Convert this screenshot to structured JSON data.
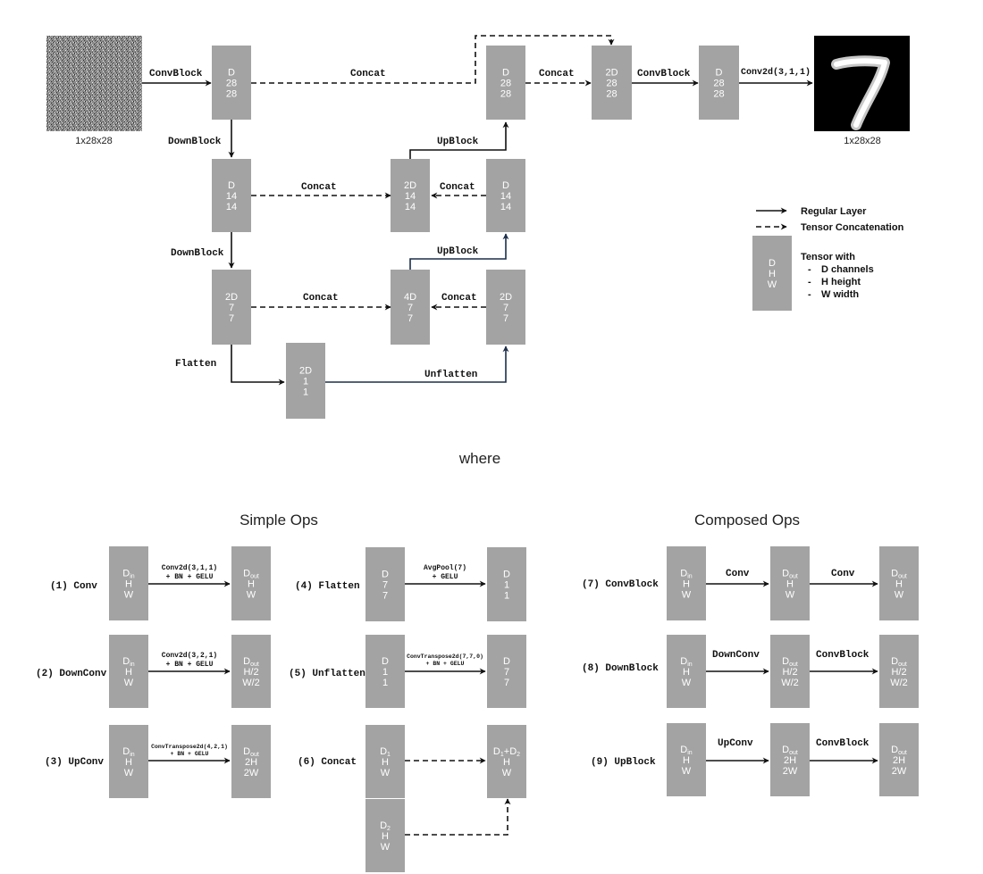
{
  "top": {
    "input_caption": "1x28x28",
    "output_caption": "1x28x28",
    "tensors": {
      "t1": [
        "D",
        "28",
        "28"
      ],
      "d14": [
        "D",
        "14",
        "14"
      ],
      "d7": [
        "2D",
        "7",
        "7"
      ],
      "flat": [
        "2D",
        "1",
        "1"
      ],
      "u7r": [
        "2D",
        "7",
        "7"
      ],
      "u7c": [
        "4D",
        "7",
        "7"
      ],
      "u14r": [
        "D",
        "14",
        "14"
      ],
      "u14c": [
        "2D",
        "14",
        "14"
      ],
      "u28r": [
        "D",
        "28",
        "28"
      ],
      "u28c": [
        "2D",
        "28",
        "28"
      ],
      "final": [
        "D",
        "28",
        "28"
      ]
    },
    "labels": {
      "convblock1": "ConvBlock",
      "downblock1": "DownBlock",
      "downblock2": "DownBlock",
      "flatten": "Flatten",
      "unflatten": "Unflatten",
      "upblock1": "UpBlock",
      "upblock2": "UpBlock",
      "concat_top": "Concat",
      "concat_mid": "Concat",
      "concat_low": "Concat",
      "concat_r14": "Concat",
      "concat_r7": "Concat",
      "concat_r28": "Concat",
      "convblock2": "ConvBlock",
      "conv_out": "Conv2d(3,1,1)"
    }
  },
  "legend": {
    "regular": "Regular Layer",
    "concat": "Tensor Concatenation",
    "box": [
      "D",
      "H",
      "W"
    ],
    "title": "Tensor with",
    "items": [
      "D channels",
      "H height",
      "W width"
    ],
    "bullet": "-"
  },
  "where": "where",
  "simple_title": "Simple Ops",
  "composed_title": "Composed Ops",
  "ops": {
    "conv": {
      "label": "(1) Conv",
      "op": [
        "Conv2d(3,1,1)",
        "+ BN + GELU"
      ],
      "in": [
        {
          "t": "D",
          "sub": "in"
        },
        {
          "t": "H"
        },
        {
          "t": "W"
        }
      ],
      "out": [
        {
          "t": "D",
          "sub": "out"
        },
        {
          "t": "H"
        },
        {
          "t": "W"
        }
      ]
    },
    "downconv": {
      "label": "(2) DownConv",
      "op": [
        "Conv2d(3,2,1)",
        "+ BN + GELU"
      ],
      "in": [
        {
          "t": "D",
          "sub": "in"
        },
        {
          "t": "H"
        },
        {
          "t": "W"
        }
      ],
      "out": [
        {
          "t": "D",
          "sub": "out"
        },
        {
          "t": "H/2"
        },
        {
          "t": "W/2"
        }
      ]
    },
    "upconv": {
      "label": "(3) UpConv",
      "op": [
        "ConvTranspose2d(4,2,1)",
        "+ BN + GELU"
      ],
      "in": [
        {
          "t": "D",
          "sub": "in"
        },
        {
          "t": "H"
        },
        {
          "t": "W"
        }
      ],
      "out": [
        {
          "t": "D",
          "sub": "out"
        },
        {
          "t": "2H"
        },
        {
          "t": "2W"
        }
      ]
    },
    "flatten": {
      "label": "(4) Flatten",
      "op": [
        "AvgPool(7)",
        "+ GELU"
      ],
      "in": [
        {
          "t": "D"
        },
        {
          "t": "7"
        },
        {
          "t": "7"
        }
      ],
      "out": [
        {
          "t": "D"
        },
        {
          "t": "1"
        },
        {
          "t": "1"
        }
      ]
    },
    "unflatten": {
      "label": "(5) Unflatten",
      "op": [
        "ConvTranspose2d(7,7,0)",
        "+ BN + GELU"
      ],
      "in": [
        {
          "t": "D"
        },
        {
          "t": "1"
        },
        {
          "t": "1"
        }
      ],
      "out": [
        {
          "t": "D"
        },
        {
          "t": "7"
        },
        {
          "t": "7"
        }
      ]
    },
    "concat": {
      "label": "(6) Concat",
      "in1": [
        {
          "t": "D",
          "sub": "1"
        },
        {
          "t": "H"
        },
        {
          "t": "W"
        }
      ],
      "in2": [
        {
          "t": "D",
          "sub": "2"
        },
        {
          "t": "H"
        },
        {
          "t": "W"
        }
      ],
      "out": [
        {
          "t": "D",
          "sub": "1",
          "tail": "+D",
          "tailsub": "2"
        },
        {
          "t": "H"
        },
        {
          "t": "W"
        }
      ]
    },
    "convblock": {
      "label": "(7) ConvBlock",
      "op1": "Conv",
      "op2": "Conv",
      "in": [
        {
          "t": "D",
          "sub": "in"
        },
        {
          "t": "H"
        },
        {
          "t": "W"
        }
      ],
      "mid": [
        {
          "t": "D",
          "sub": "out"
        },
        {
          "t": "H"
        },
        {
          "t": "W"
        }
      ],
      "out": [
        {
          "t": "D",
          "sub": "out"
        },
        {
          "t": "H"
        },
        {
          "t": "W"
        }
      ]
    },
    "downblock": {
      "label": "(8) DownBlock",
      "op1": "DownConv",
      "op2": "ConvBlock",
      "in": [
        {
          "t": "D",
          "sub": "in"
        },
        {
          "t": "H"
        },
        {
          "t": "W"
        }
      ],
      "mid": [
        {
          "t": "D",
          "sub": "out"
        },
        {
          "t": "H/2"
        },
        {
          "t": "W/2"
        }
      ],
      "out": [
        {
          "t": "D",
          "sub": "out"
        },
        {
          "t": "H/2"
        },
        {
          "t": "W/2"
        }
      ]
    },
    "upblock": {
      "label": "(9) UpBlock",
      "op1": "UpConv",
      "op2": "ConvBlock",
      "in": [
        {
          "t": "D",
          "sub": "in"
        },
        {
          "t": "H"
        },
        {
          "t": "W"
        }
      ],
      "mid": [
        {
          "t": "D",
          "sub": "out"
        },
        {
          "t": "2H"
        },
        {
          "t": "2W"
        }
      ],
      "out": [
        {
          "t": "D",
          "sub": "out"
        },
        {
          "t": "2H"
        },
        {
          "t": "2W"
        }
      ]
    }
  }
}
